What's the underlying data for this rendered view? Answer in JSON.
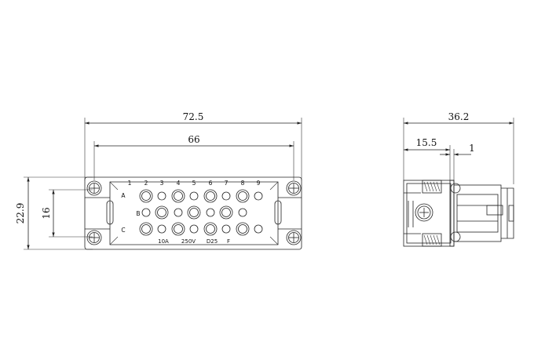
{
  "front_view": {
    "dimensions": {
      "overall_width": "72.5",
      "hole_spacing": "66",
      "overall_height": "22.9",
      "inner_height": "16"
    },
    "pin_numbers": [
      "1",
      "2",
      "3",
      "4",
      "5",
      "6",
      "7",
      "8",
      "9"
    ],
    "row_letters": [
      "A",
      "B",
      "C"
    ],
    "ratings": {
      "current": "10A",
      "voltage": "250V",
      "type": "D25",
      "gender": "F"
    }
  },
  "side_view": {
    "dimensions": {
      "total_length": "36.2",
      "insert_depth": "15.5",
      "flange": "1"
    }
  }
}
